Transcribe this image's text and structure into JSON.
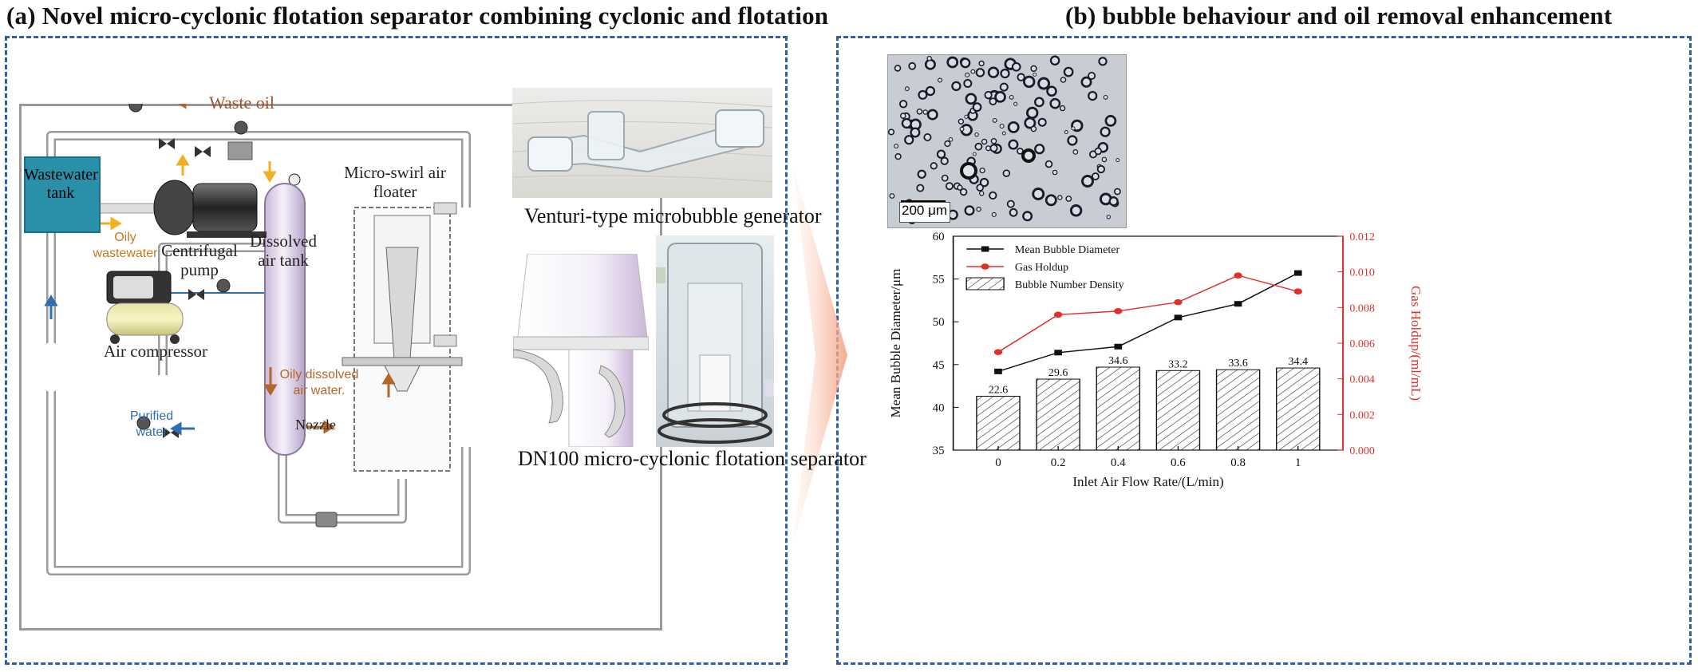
{
  "panel_a": {
    "title": "(a) Novel micro-cyclonic flotation separator combining cyclonic and flotation",
    "labels": {
      "waste_oil": "Waste oil",
      "wastewater_tank": "Wastewater tank",
      "oily_wastewater": "Oily wastewater",
      "centrifugal_pump": "Centrifugal pump",
      "dissolved_air_tank": "Dissolved air tank",
      "micro_swirl": "Micro-swirl air floater",
      "air_compressor": "Air compressor",
      "oily_dissolved": "Oily dissolved air water.",
      "nozzle": "Nozzle",
      "purified_water": "Purified water"
    },
    "captions": {
      "venturi": "Venturi-type microbubble generator",
      "dn100": "DN100 micro-cyclonic flotation separator"
    }
  },
  "panel_b": {
    "title": "(b) bubble behaviour and oil removal enhancement",
    "scale_bar": "200 μm"
  },
  "colors": {
    "dash_border": "#2f5fa8",
    "pipe": "#8a8a8a",
    "tank_teal": "#2a8fa8",
    "arrow_orange": "#f0b020",
    "arrow_brown": "#b5652a",
    "arrow_blue": "#2f6fb0",
    "series_black": "#111111",
    "series_red": "#e0302a"
  },
  "chart_data": {
    "type": "bar",
    "xlabel": "Inlet Air Flow Rate/(L/min)",
    "ylabel": "Mean Bubble Diameter/μm",
    "y2label": "Gas Holdup/(ml/mL)",
    "x": [
      0,
      0.2,
      0.4,
      0.6,
      0.8,
      1
    ],
    "x_ticks": [
      "0",
      "0.2",
      "0.4",
      "0.6",
      "0.8",
      "1"
    ],
    "ylim": [
      35,
      60
    ],
    "y_ticks": [
      "35",
      "40",
      "45",
      "50",
      "55",
      "60"
    ],
    "y2lim": [
      0.0,
      0.012
    ],
    "y2_ticks": [
      "0.000",
      "0.002",
      "0.004",
      "0.006",
      "0.008",
      "0.010",
      "0.012"
    ],
    "legend_position": "top-left",
    "series": [
      {
        "name": "Mean Bubble Diameter",
        "kind": "line",
        "axis": "left",
        "color": "#111111",
        "marker": "square",
        "values": [
          44.2,
          46.4,
          47.1,
          50.5,
          52.1,
          55.7
        ]
      },
      {
        "name": "Gas Holdup",
        "kind": "line",
        "axis": "right",
        "color": "#e0302a",
        "marker": "circle",
        "values": [
          0.0055,
          0.0076,
          0.0078,
          0.0083,
          0.0098,
          0.0089
        ]
      },
      {
        "name": "Bubble Number Density",
        "kind": "bar",
        "axis": "left",
        "pattern": "hatch",
        "values": [
          41.3,
          43.3,
          44.7,
          44.3,
          44.4,
          44.6
        ],
        "labels": [
          "22.6",
          "29.6",
          "34.6",
          "33.2",
          "33.6",
          "34.4"
        ]
      }
    ]
  }
}
